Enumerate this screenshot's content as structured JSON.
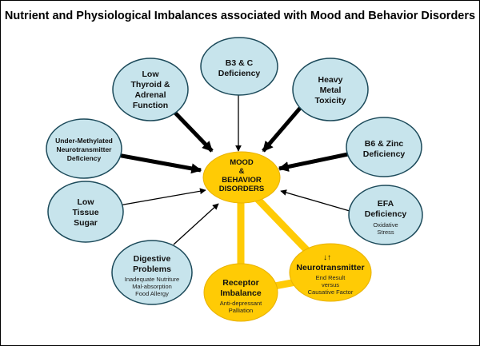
{
  "title": "Nutrient and Physiological Imbalances associated with Mood and Behavior Disorders",
  "colors": {
    "node_fill": "#c7e4ec",
    "node_stroke": "#1c4a5a",
    "hub_fill": "#ffcb05",
    "arrow": "#000000"
  },
  "hub": {
    "lines": [
      "MOOD",
      "&",
      "BEHAVIOR",
      "DISORDERS"
    ]
  },
  "nodes": {
    "b3c": {
      "lines": [
        "B3 & C",
        "Deficiency"
      ],
      "sub": []
    },
    "thyroid": {
      "lines": [
        "Low",
        "Thyroid &",
        "Adrenal",
        "Function"
      ],
      "sub": []
    },
    "metal": {
      "lines": [
        "Heavy",
        "Metal",
        "Toxicity"
      ],
      "sub": []
    },
    "methyl": {
      "lines": [
        "Under-Methylated",
        "Neurotransmitter",
        "Deficiency"
      ],
      "sub": []
    },
    "b6zinc": {
      "lines": [
        "B6 & Zinc",
        "Deficiency"
      ],
      "sub": []
    },
    "sugar": {
      "lines": [
        "Low",
        "Tissue",
        "Sugar"
      ],
      "sub": []
    },
    "efa": {
      "lines": [
        "EFA",
        "Deficiency"
      ],
      "sub": [
        "Oxidative",
        "Stress"
      ]
    },
    "digestive": {
      "lines": [
        "Digestive",
        "Problems"
      ],
      "sub": [
        "Inadequate Nutriture",
        "Mal-absorption",
        "Food Allergy"
      ]
    },
    "receptor": {
      "lines": [
        "Receptor",
        "Imbalance"
      ],
      "sub": [
        "Anti-depressant",
        "Palliation"
      ]
    },
    "neuro": {
      "lines": [
        "↓↑",
        "Neurotransmitter"
      ],
      "sub": [
        "End Result",
        "versus",
        "Causative Factor"
      ]
    }
  }
}
